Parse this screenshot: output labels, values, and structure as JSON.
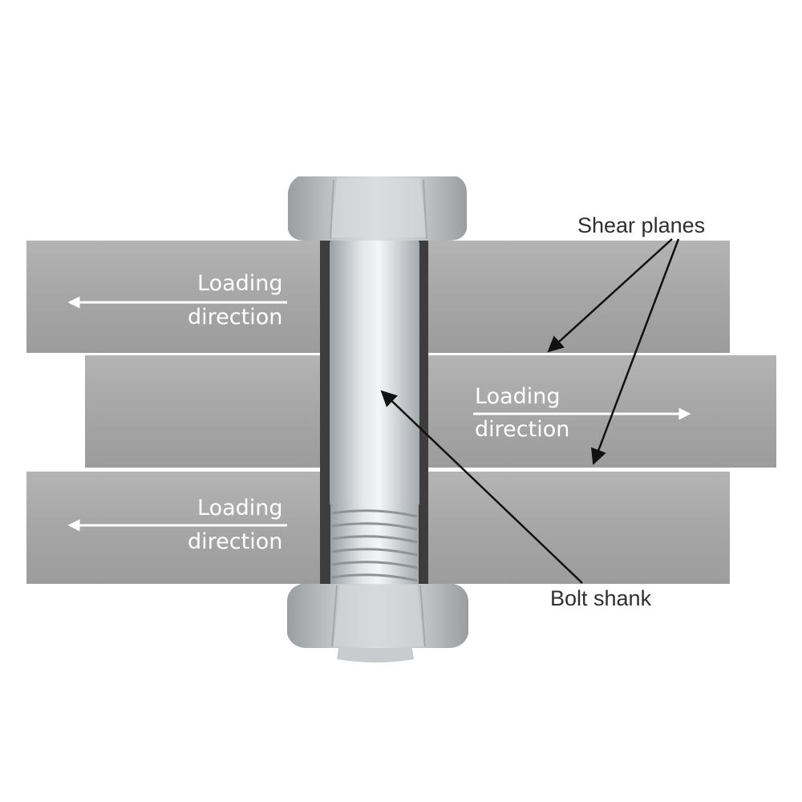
{
  "labels": {
    "plate_top": {
      "line1": "Loading",
      "line2": "direction"
    },
    "plate_middle": {
      "line1": "Loading",
      "line2": "direction"
    },
    "plate_bottom": {
      "line1": "Loading",
      "line2": "direction"
    },
    "shear_planes": "Shear planes",
    "bolt_shank": "Bolt shank"
  },
  "colors": {
    "plate": "#a8a8a8",
    "bolt": "#d8dbdd",
    "arrow_white": "#ffffff",
    "callout": "#111111"
  }
}
